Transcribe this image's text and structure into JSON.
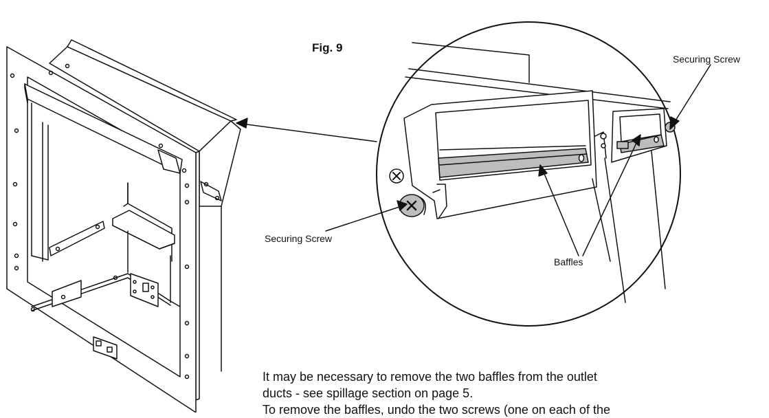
{
  "figure": {
    "title": "Fig. 9",
    "labels": {
      "securing_screw_top": "Securing Screw",
      "securing_screw_left": "Securing Screw",
      "baffles": "Baffles"
    }
  },
  "body_text": {
    "line1": "It may be necessary to remove the two baffles from the outlet",
    "line2": "ducts - see spillage section on page 5.",
    "line3": "To remove the baffles, undo the two screws (one on each of the"
  }
}
